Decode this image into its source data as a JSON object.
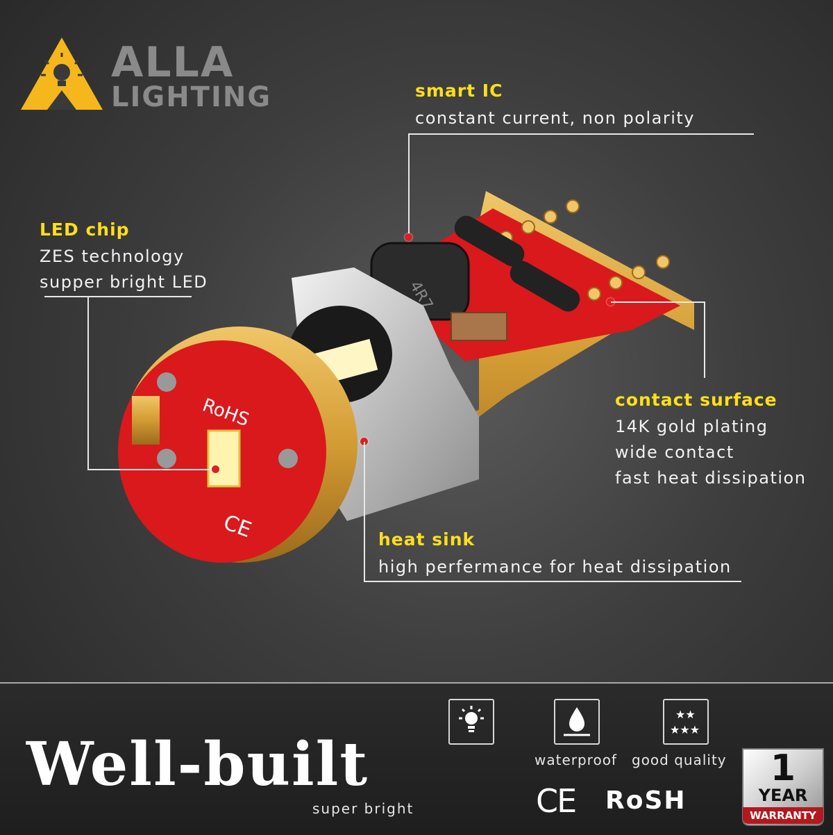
{
  "brand": {
    "line1": "ALLA",
    "line2": "LIGHTING",
    "logo_icon": "lamp-triangle-icon",
    "logo_color": "#f5b71c"
  },
  "callouts": {
    "smart_ic": {
      "title": "smart IC",
      "desc": [
        "constant current, non polarity"
      ]
    },
    "led_chip": {
      "title": "LED chip",
      "desc": [
        "ZES technology",
        "supper bright LED"
      ]
    },
    "contact_surface": {
      "title": "contact surface",
      "desc": [
        "14K gold plating",
        "wide contact",
        "fast heat dissipation"
      ]
    },
    "heat_sink": {
      "title": "heat sink",
      "desc": [
        "high perfermance for heat dissipation"
      ]
    }
  },
  "product_markings": {
    "rohs": "RoHS",
    "ce": "CE"
  },
  "headline": "Well-built",
  "subline": "super bright",
  "features": [
    {
      "icon": "bright-bulb-icon",
      "label": ""
    },
    {
      "icon": "water-drop-icon",
      "label": "waterproof"
    },
    {
      "icon": "stars-icon",
      "label": "good quality"
    }
  ],
  "certifications": {
    "ce": "CE",
    "rosh": "RoSH"
  },
  "warranty": {
    "number": "1",
    "unit": "YEAR",
    "label": "WARRANTY"
  },
  "colors": {
    "accent_yellow": "#ffdf1a",
    "pcb_red": "#d9191c",
    "gold": "#d9a63a",
    "dot_red": "#e01e1e"
  }
}
